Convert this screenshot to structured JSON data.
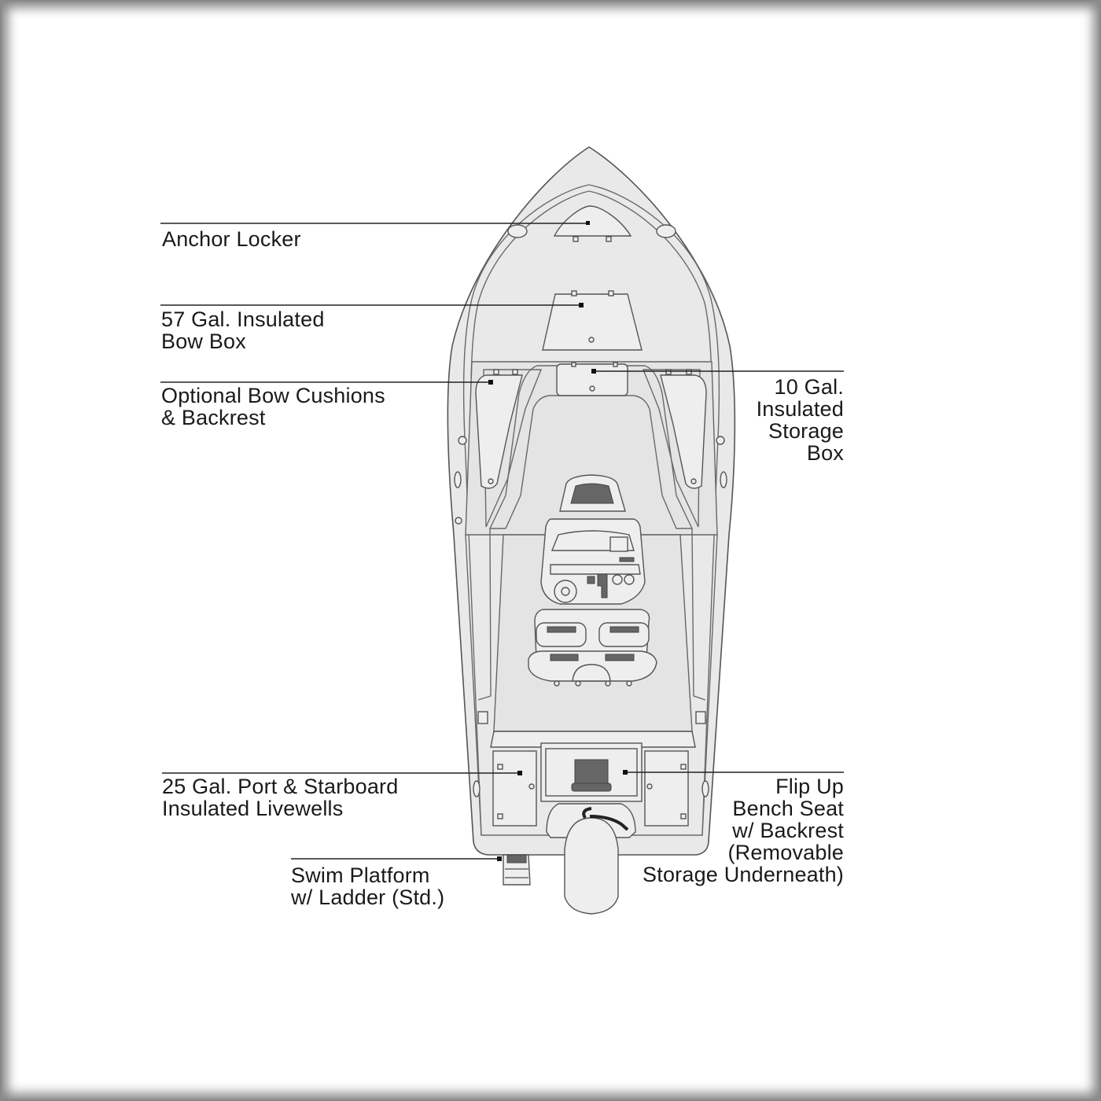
{
  "labels": {
    "anchor_locker": [
      "Anchor Locker"
    ],
    "bow_box": [
      "57 Gal. Insulated",
      "Bow Box"
    ],
    "bow_cushions": [
      "Optional Bow Cushions",
      "& Backrest"
    ],
    "storage_box": [
      "10 Gal.",
      "Insulated",
      "Storage",
      "Box"
    ],
    "livewells": [
      "25 Gal. Port & Starboard",
      "Insulated Livewells"
    ],
    "bench_seat": [
      "Flip Up",
      "Bench Seat",
      "w/ Backrest",
      "(Removable",
      "Storage Underneath)"
    ],
    "swim_platform": [
      "Swim Platform",
      "w/ Ladder (Std.)"
    ]
  },
  "colors": {
    "hull_fill": "#e9e9e9",
    "outline": "#555555",
    "leader": "#222222",
    "frame_shadow": "#8a8a8a"
  }
}
